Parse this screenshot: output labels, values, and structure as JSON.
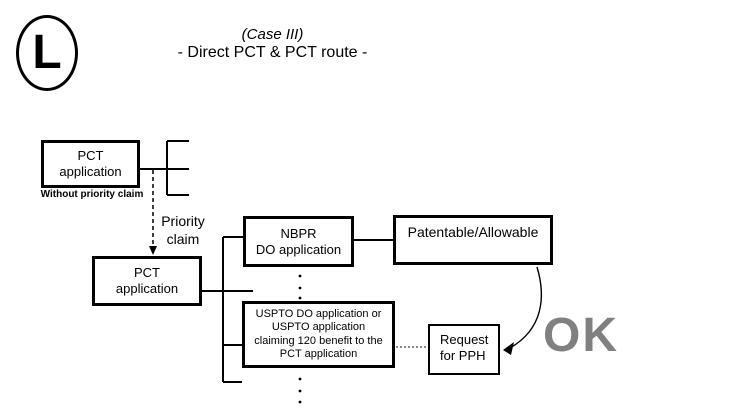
{
  "badge": {
    "letter": "L"
  },
  "title": {
    "case_label": "(Case III)",
    "subtitle": "- Direct PCT & PCT route -"
  },
  "nodes": {
    "pct_application_top": {
      "line1": "PCT",
      "line2": "application",
      "caption": "Without priority claim"
    },
    "pct_application_main": {
      "line1": "PCT",
      "line2": "application"
    },
    "nbpr": {
      "line1": "NBPR",
      "line2": "DO application"
    },
    "patentable": {
      "label": "Patentable/Allowable"
    },
    "uspto": {
      "line1": "USPTO DO application or",
      "line2": "USPTO application",
      "line3": "claiming 120 benefit to the",
      "line4": "PCT application"
    },
    "request_pph": {
      "line1": "Request",
      "line2": "for PPH"
    }
  },
  "labels": {
    "priority_line1": "Priority",
    "priority_line2": "claim",
    "ok": "OK"
  },
  "colors": {
    "line": "#000000",
    "gray_connector": "#8a8a8a",
    "ok_text": "#808080",
    "background": "#ffffff"
  }
}
